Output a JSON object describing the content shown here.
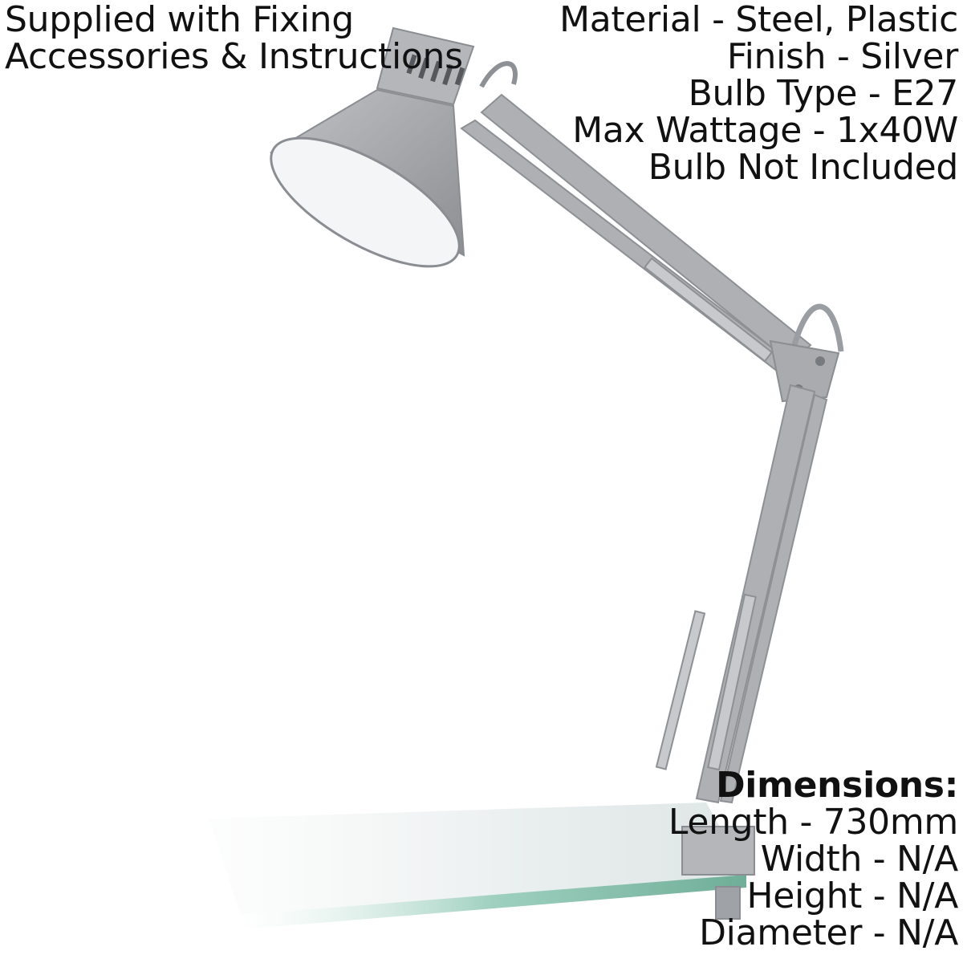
{
  "supplied": {
    "line1": "Supplied with Fixing",
    "line2": "Accessories & Instructions"
  },
  "specs": {
    "material": "Material - Steel, Plastic",
    "finish": "Finish - Silver",
    "bulb_type": "Bulb Type - E27",
    "max_wattage": "Max Wattage - 1x40W",
    "bulb_included": "Bulb Not Included"
  },
  "dimensions": {
    "heading": "Dimensions:",
    "length": "Length - 730mm",
    "width": "Width - N/A",
    "height": "Height - N/A",
    "diameter": "Diameter - N/A"
  },
  "colors": {
    "lamp_silver": "#a9abae",
    "lamp_shadow": "#8d9094",
    "glass_edge": "#7fb8a4",
    "text": "#111111"
  }
}
